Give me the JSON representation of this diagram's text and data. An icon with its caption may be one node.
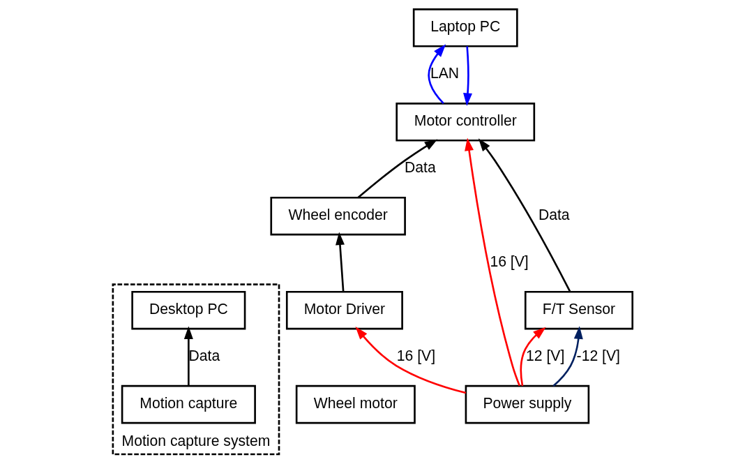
{
  "diagram": {
    "nodes": [
      {
        "text": [
          "Motion capture system"
        ]
      },
      {
        "text": [
          "Desktop PC"
        ],
        "in": 0
      },
      {
        "text": [
          "Motion capture"
        ],
        "in": 0
      },
      {
        "text": [
          "Wheel motor"
        ]
      },
      {
        "text": [
          "Wheel encoder"
        ]
      },
      {
        "text": [
          "Motor Driver"
        ]
      },
      {
        "text": [
          "Motor controller"
        ]
      },
      {
        "text": [
          "Laptop PC"
        ]
      },
      {
        "text": [
          "Power supply"
        ]
      },
      {
        "text": [
          "F/T Sensor"
        ]
      }
    ],
    "edges": [
      {
        "from": 2,
        "to": 1,
        "arrow": "to",
        "label": "Data"
      },
      {
        "from": 5,
        "to": 4,
        "arrow": "to"
      },
      {
        "from": 4,
        "to": 6,
        "arrow": "to",
        "label": "Data"
      },
      {
        "from": 8,
        "to": 5,
        "arrow": "to",
        "label": "16 [V]",
        "color": "#ff0000"
      },
      {
        "from": 8,
        "to": 6,
        "arrow": "to",
        "label": "16 [V]",
        "color": "#ff0000"
      },
      {
        "from": 7,
        "to": 6,
        "arrow": "to",
        "color": "#0000ff"
      },
      {
        "from": 6,
        "to": 7,
        "arrow": "to",
        "label": "LAN",
        "color": "#0000ff"
      },
      {
        "from": 9,
        "to": 6,
        "arrow": "to",
        "label": "Data"
      },
      {
        "from": 8,
        "to": 9,
        "arrow": "to",
        "label": "12 [V]",
        "color": "#ff0000"
      },
      {
        "from": 8,
        "to": 9,
        "arrow": "to",
        "label": "-12 [V]",
        "color": "#002060"
      }
    ]
  }
}
